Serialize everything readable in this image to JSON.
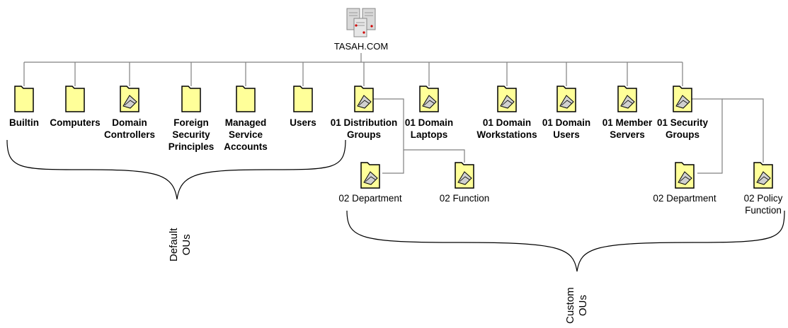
{
  "root": {
    "label": "TASAH.COM",
    "icon": "server-icon"
  },
  "default_ous": [
    {
      "id": "builtin",
      "label": [
        "Builtin"
      ],
      "icon": "folder-icon"
    },
    {
      "id": "computers",
      "label": [
        "Computers"
      ],
      "icon": "folder-icon"
    },
    {
      "id": "domain-controllers",
      "label": [
        "Domain",
        "Controllers"
      ],
      "icon": "ou-folder-icon"
    },
    {
      "id": "foreign-security-principles",
      "label": [
        "Foreign",
        "Security",
        "Principles"
      ],
      "icon": "folder-icon"
    },
    {
      "id": "managed-service-accounts",
      "label": [
        "Managed",
        "Service",
        "Accounts"
      ],
      "icon": "folder-icon"
    },
    {
      "id": "users",
      "label": [
        "Users"
      ],
      "icon": "folder-icon"
    }
  ],
  "custom_ous": [
    {
      "id": "distribution-groups",
      "label": [
        "01 Distribution",
        "Groups"
      ],
      "icon": "ou-folder-icon"
    },
    {
      "id": "domain-laptops",
      "label": [
        "01 Domain",
        "Laptops"
      ],
      "icon": "ou-folder-icon"
    },
    {
      "id": "domain-workstations",
      "label": [
        "01 Domain",
        "Workstations"
      ],
      "icon": "ou-folder-icon"
    },
    {
      "id": "domain-users",
      "label": [
        "01 Domain",
        "Users"
      ],
      "icon": "ou-folder-icon"
    },
    {
      "id": "member-servers",
      "label": [
        "01 Member",
        "Servers"
      ],
      "icon": "ou-folder-icon"
    },
    {
      "id": "security-groups",
      "label": [
        "01 Security",
        "Groups"
      ],
      "icon": "ou-folder-icon"
    }
  ],
  "sub_ous": [
    {
      "id": "dist-department",
      "parent": "distribution-groups",
      "label": [
        "02 Department"
      ],
      "icon": "ou-folder-icon"
    },
    {
      "id": "dist-function",
      "parent": "distribution-groups",
      "label": [
        "02 Function"
      ],
      "icon": "ou-folder-icon"
    },
    {
      "id": "sec-department",
      "parent": "security-groups",
      "label": [
        "02 Department"
      ],
      "icon": "ou-folder-icon"
    },
    {
      "id": "sec-policy-function",
      "parent": "security-groups",
      "label": [
        "02 Policy",
        "Function"
      ],
      "icon": "ou-folder-icon"
    }
  ],
  "groups": {
    "default": [
      "Default",
      "OUs"
    ],
    "custom": [
      "Custom",
      "OUs"
    ]
  },
  "colors": {
    "folder_fill": "#ffff99",
    "folder_stroke": "#000000",
    "line": "#808080"
  }
}
